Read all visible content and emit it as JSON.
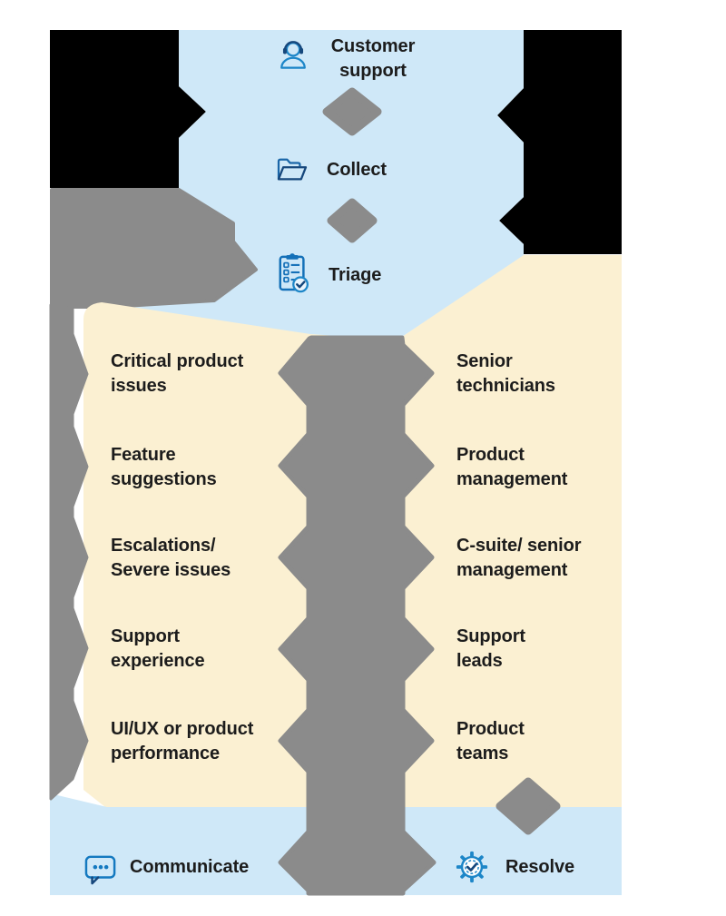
{
  "palette": {
    "funnel_blue": "#cfe8f8",
    "panel_cream": "#fbf0d2",
    "arrow_gray": "#8b8b8b",
    "backdrop_black": "#000000",
    "icon_blue": "#1d86c8",
    "icon_dark_blue": "#16477c",
    "text_black": "#1c1c1c"
  },
  "funnel": {
    "steps": [
      {
        "name": "customer-support",
        "icon": "headset-person-icon",
        "lines": [
          "Customer",
          "support"
        ]
      },
      {
        "name": "collect",
        "icon": "folder-icon",
        "lines": [
          "Collect"
        ]
      },
      {
        "name": "triage",
        "icon": "clipboard-check-icon",
        "lines": [
          "Triage"
        ]
      }
    ]
  },
  "mapping": {
    "left_items": [
      {
        "lines": [
          "Critical product",
          "issues"
        ]
      },
      {
        "lines": [
          "Feature",
          "suggestions"
        ]
      },
      {
        "lines": [
          "Escalations/",
          "Severe issues"
        ]
      },
      {
        "lines": [
          "Support",
          "experience"
        ]
      },
      {
        "lines": [
          "UI/UX or product",
          "performance"
        ]
      }
    ],
    "right_items": [
      {
        "lines": [
          "Senior",
          "technicians"
        ]
      },
      {
        "lines": [
          "Product",
          "management"
        ]
      },
      {
        "lines": [
          "C-suite/ senior",
          "management"
        ]
      },
      {
        "lines": [
          "Support",
          "leads"
        ]
      },
      {
        "lines": [
          "Product",
          "teams"
        ]
      }
    ]
  },
  "footer": {
    "steps": [
      {
        "name": "communicate",
        "icon": "chat-bubble-icon",
        "label": "Communicate"
      },
      {
        "name": "resolve",
        "icon": "gear-check-icon",
        "label": "Resolve"
      }
    ]
  }
}
